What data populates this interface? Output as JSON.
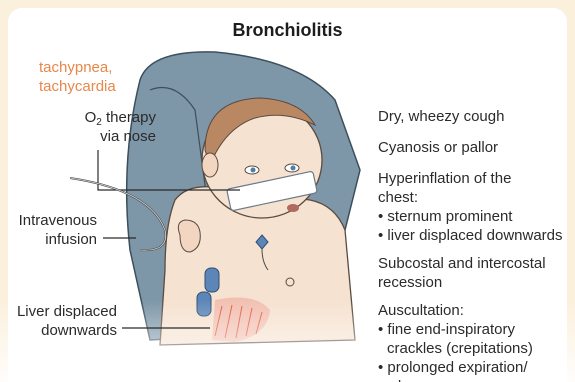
{
  "title": "Bronchiolitis",
  "left_labels": {
    "signs_line1": "tachypnea,",
    "signs_line2": "tachycardia",
    "o2_prefix": "O",
    "o2_sub": "2",
    "o2_suffix": " therapy",
    "o2_line2": "via nose",
    "iv_line1": "Intravenous",
    "iv_line2": "infusion",
    "liver_line1": "Liver displaced",
    "liver_line2": "downwards"
  },
  "right_labels": {
    "cough": "Dry, wheezy cough",
    "cyanosis": "Cyanosis or pallor",
    "hyper_line1": "Hyperinflation of the",
    "hyper_line2": "chest:",
    "hyper_b1": "• sternum prominent",
    "hyper_b2": "• liver displaced downwards",
    "recess_line1": "Subcostal and intercostal",
    "recess_line2": "recession",
    "ausc": "Auscultation:",
    "ausc_b1_line1": "• fine end-inspiratory",
    "ausc_b1_line2": "crackles (crepitations)",
    "ausc_b2_line1": "• prolonged expiration/",
    "ausc_b2_line2": "wheeze"
  },
  "colors": {
    "background": "#fbf0dc",
    "panel": "#ffffff",
    "accent_orange": "#e8874a",
    "seat_blue": "#7d96a8",
    "skin": "#f6e2d0",
    "liver_red": "#e05a3a"
  }
}
